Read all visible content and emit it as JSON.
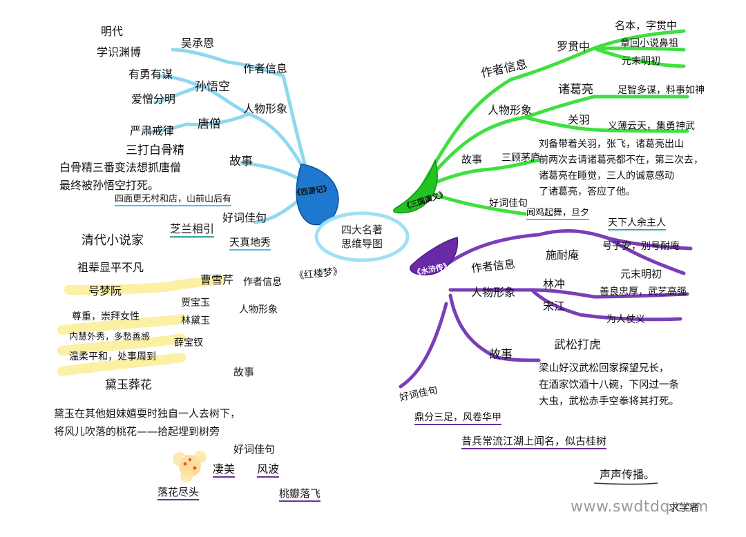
{
  "center": {
    "line1": "四大名著",
    "line2": "思维导图"
  },
  "xiyouji": {
    "label": "《西游记》",
    "author_branch": "作者信息",
    "author_name": "吴承恩",
    "era": "明代",
    "learning": "学识渊博",
    "figures_branch": "人物形象",
    "sunwukong": "孙悟空",
    "swk_trait1": "有勇有谋",
    "swk_trait2": "爱憎分明",
    "tangseng": "唐僧",
    "ts_trait": "严肃戒律",
    "story_branch": "故事",
    "story_title": "三打白骨精",
    "story_line1": "白骨精三番变法想抓唐僧",
    "story_line2": "最终被孙悟空打死。",
    "idiom_branch": "好词佳句",
    "idiom1": "四面更无村和店，山前山后有",
    "idiom2": "芝兰相引",
    "idiom3": "天真地秀"
  },
  "sanguo": {
    "label": "《三国演义》",
    "author_branch": "作者信息",
    "author_name": "罗贯中",
    "author_f1": "名本，字贯中",
    "author_f2": "章回小说鼻祖",
    "author_f3": "元末明初",
    "figures_branch": "人物形象",
    "zhugeliang": "诸葛亮",
    "zgl_trait": "足智多谋，料事如神",
    "guanyu": "关羽",
    "gy_trait": "义薄云天，集勇神武",
    "story_branch": "故事",
    "story_title": "三顾茅庐",
    "story_line1": "刘备带着关羽，张飞，诸葛亮出山",
    "story_line2": "前两次去请诸葛亮都不在，第三次去，",
    "story_line3": "诸葛亮在睡觉，三人的诚意感动",
    "story_line4": "了诸葛亮，答应了他。",
    "idiom_branch": "好词佳句",
    "idiom1": "闻鸡起舞，旦夕",
    "idiom2": "天下人余主人"
  },
  "shuihu": {
    "label": "《水浒传》",
    "author_branch": "作者信息",
    "author_name": "施耐庵",
    "author_f1": "号子安，别号耐庵",
    "author_f2": "元末明初",
    "figures_branch": "人物形象",
    "linchong": "林冲",
    "lc_trait": "善良忠厚，武艺高强",
    "songjiang": "宋江",
    "sj_trait": "为人仗义",
    "story_branch": "故事",
    "story_title": "武松打虎",
    "story_line1": "梁山好汉武松回家探望兄长，",
    "story_line2": "在酒家饮酒十八碗，下冈过一条",
    "story_line3": "大虫，武松赤手空拳将其打死。",
    "idiom_branch": "好词佳句",
    "idiom1": "鼎分三足，风卷华甲",
    "idiom2": "昔兵常流江湖上闻名，似古桂树",
    "idiom3": "声声传播。"
  },
  "honglou": {
    "label": "《红楼梦》",
    "qing_novelist": "清代小说家",
    "ancestry": "祖辈显平不凡",
    "alias": "号梦阮",
    "author_name": "曹雪芹",
    "author_branch": "作者信息",
    "figures_branch": "人物形象",
    "jiabaoyu": "贾宝玉",
    "jby_trait": "尊重，崇拜女性",
    "lindaiyu": "林黛玉",
    "ldy_trait": "内慧外秀，多愁善感",
    "xuebaochai": "薛宝钗",
    "xbc_trait": "温柔平和，处事周到",
    "story_branch": "故事",
    "story_title": "黛玉葬花",
    "story_line1": "黛玉在其他姐妹嬉耍时独自一人去树下，",
    "story_line2": "将风儿吹落的桃花——拾起埋到树旁",
    "idiom_branch": "好词佳句",
    "idiom1": "凄美",
    "idiom2": "风波",
    "idiom3": "落花尽头",
    "idiom4": "桃瓣落飞"
  },
  "watermark": "www.swdtdq.com",
  "signature": "求学者",
  "colors": {
    "xiyouji": "#8fd8ee",
    "xiyouji_petal": "#1e78d0",
    "sanguo": "#3ee03e",
    "shuihu": "#7a3eb8",
    "honglou_hl": "#fbef9a",
    "flower": "#f7b560"
  }
}
